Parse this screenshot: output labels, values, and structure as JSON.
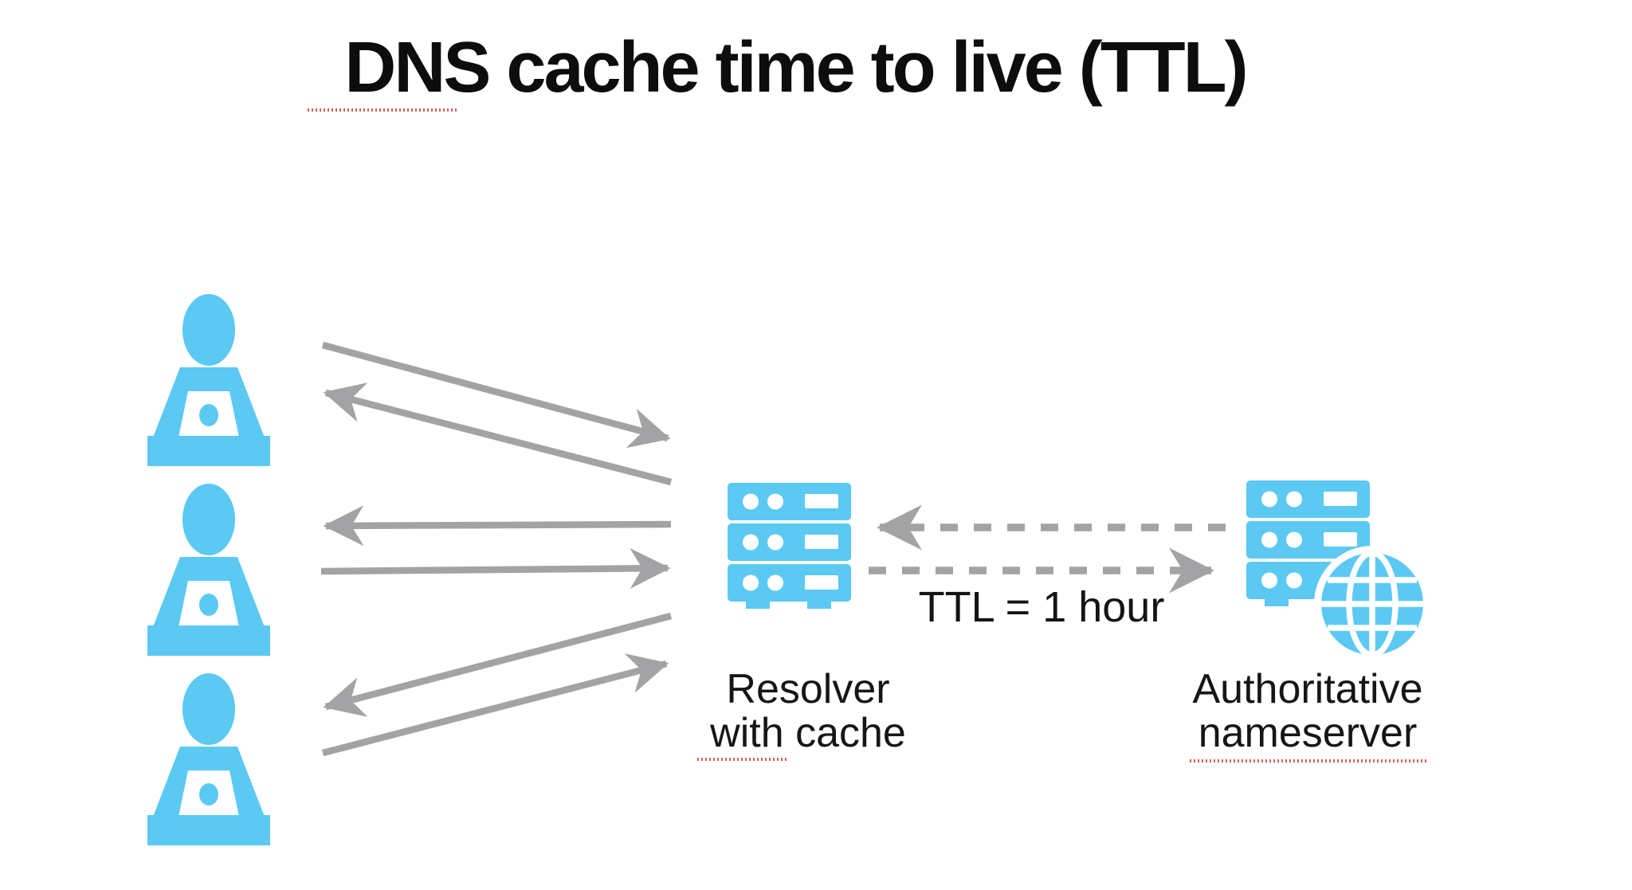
{
  "colors": {
    "accent_blue": "#5bc9f2",
    "arrow_gray": "#a3a2a5",
    "text_black": "#161616",
    "spell_red": "#d4625c",
    "bg": "#ffffff"
  },
  "title": {
    "text": "DNS cache time to live (TTL)"
  },
  "nodes": {
    "users": {
      "icon": "person-at-laptop-icon",
      "count": 3
    },
    "resolver": {
      "icon": "server-stack-icon",
      "label_line1": "Resolver",
      "label_line2": "with cache"
    },
    "authoritative": {
      "icon": "server-globe-icon",
      "label_line1": "Authoritative",
      "label_line2": "nameserver"
    }
  },
  "annotations": {
    "ttl": "TTL = 1 hour"
  },
  "spellcheck_underlined_words": [
    "DNS",
    "with",
    "nameserver"
  ]
}
